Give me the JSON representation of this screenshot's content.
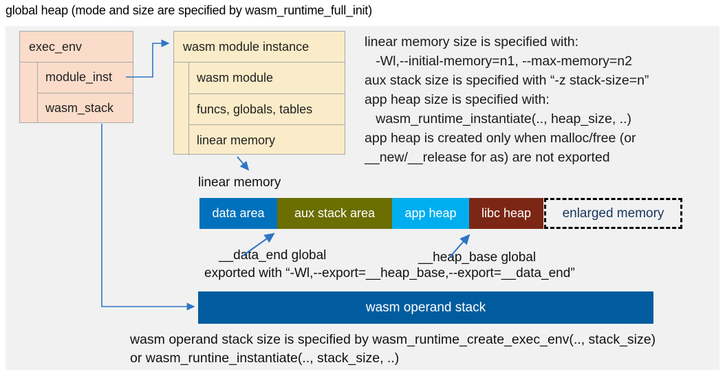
{
  "title": "global heap (mode and size are specified by wasm_runtime_full_init)",
  "exec_env_box": {
    "header": "exec_env",
    "children": [
      "module_inst",
      "wasm_stack"
    ]
  },
  "module_instance_box": {
    "header": "wasm module instance",
    "children": [
      "wasm module",
      "funcs, globals, tables",
      "linear memory"
    ]
  },
  "notes_right": {
    "lines": [
      "linear memory size is specified with:",
      "   -Wl,--initial-memory=n1, --max-memory=n2",
      "aux stack size is specified with “-z stack-size=n”",
      "app heap size is specified with:",
      "   wasm_runtime_instantiate(.., heap_size, ..)",
      "app heap is created only when malloc/free (or",
      "__new/__release for as) are not exported"
    ]
  },
  "linear_memory": {
    "label": "linear memory",
    "segments": [
      {
        "label": "data area",
        "color": "#0071BC"
      },
      {
        "label": "aux stack area",
        "color": "#6B6E00"
      },
      {
        "label": "app heap",
        "color": "#00AEEF"
      },
      {
        "label": "libc heap",
        "color": "#7C2715"
      },
      {
        "label": "enlarged memory",
        "color": "#F1F1F1",
        "text_color": "#17365D",
        "border_style": "dashed black"
      }
    ]
  },
  "annotations": {
    "data_end": "__data_end global",
    "heap_base": "__heap_base global",
    "exported": "exported with “-Wl,--export=__heap_base,--export=__data_end”"
  },
  "operand_stack": {
    "label": "wasm operand stack",
    "color": "#005C9E",
    "note_lines": [
      "wasm operand stack size is specified by wasm_runtime_create_exec_env(.., stack_size)",
      "or wasm_runtine_instantiate(.., stack_size, ..)"
    ]
  },
  "colors": {
    "panel_background": "#F1F1F1",
    "exec_env_fill": "#FBDCCA",
    "module_instance_fill": "#FAECC8",
    "box_border": "#A8A8A8",
    "arrow": "#2E75C6",
    "enlarged_memory_text": "#17365D"
  }
}
